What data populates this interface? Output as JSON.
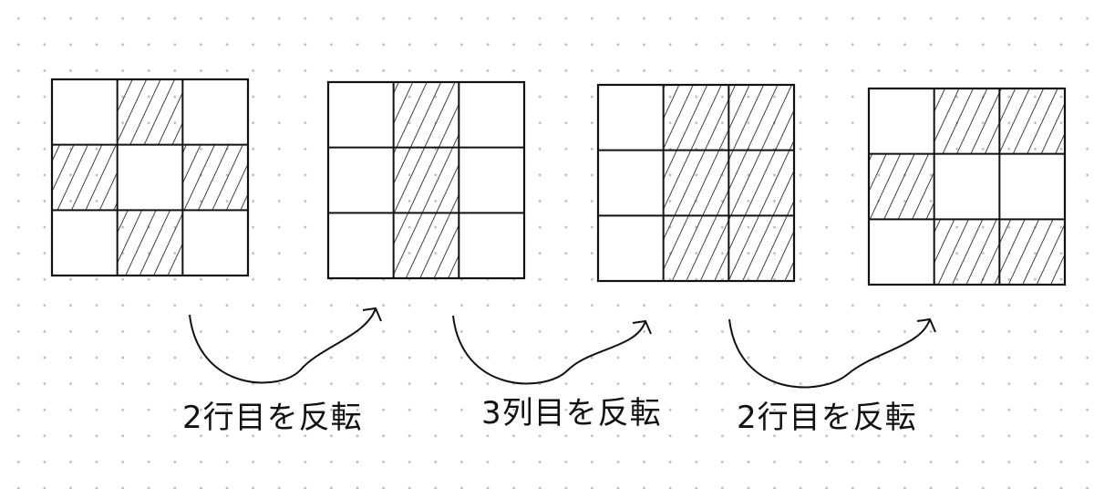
{
  "steps": [
    {
      "grid": [
        [
          0,
          1,
          0
        ],
        [
          1,
          0,
          1
        ],
        [
          0,
          1,
          0
        ]
      ]
    },
    {
      "grid": [
        [
          0,
          1,
          0
        ],
        [
          0,
          1,
          0
        ],
        [
          0,
          1,
          0
        ]
      ]
    },
    {
      "grid": [
        [
          0,
          1,
          1
        ],
        [
          0,
          1,
          1
        ],
        [
          0,
          1,
          1
        ]
      ]
    },
    {
      "grid": [
        [
          0,
          1,
          1
        ],
        [
          1,
          0,
          0
        ],
        [
          0,
          1,
          1
        ]
      ]
    }
  ],
  "operations": [
    {
      "label": "2行目を反転"
    },
    {
      "label": "3列目を反転"
    },
    {
      "label": "2行目を反転"
    }
  ],
  "colors": {
    "ink": "#111111"
  }
}
